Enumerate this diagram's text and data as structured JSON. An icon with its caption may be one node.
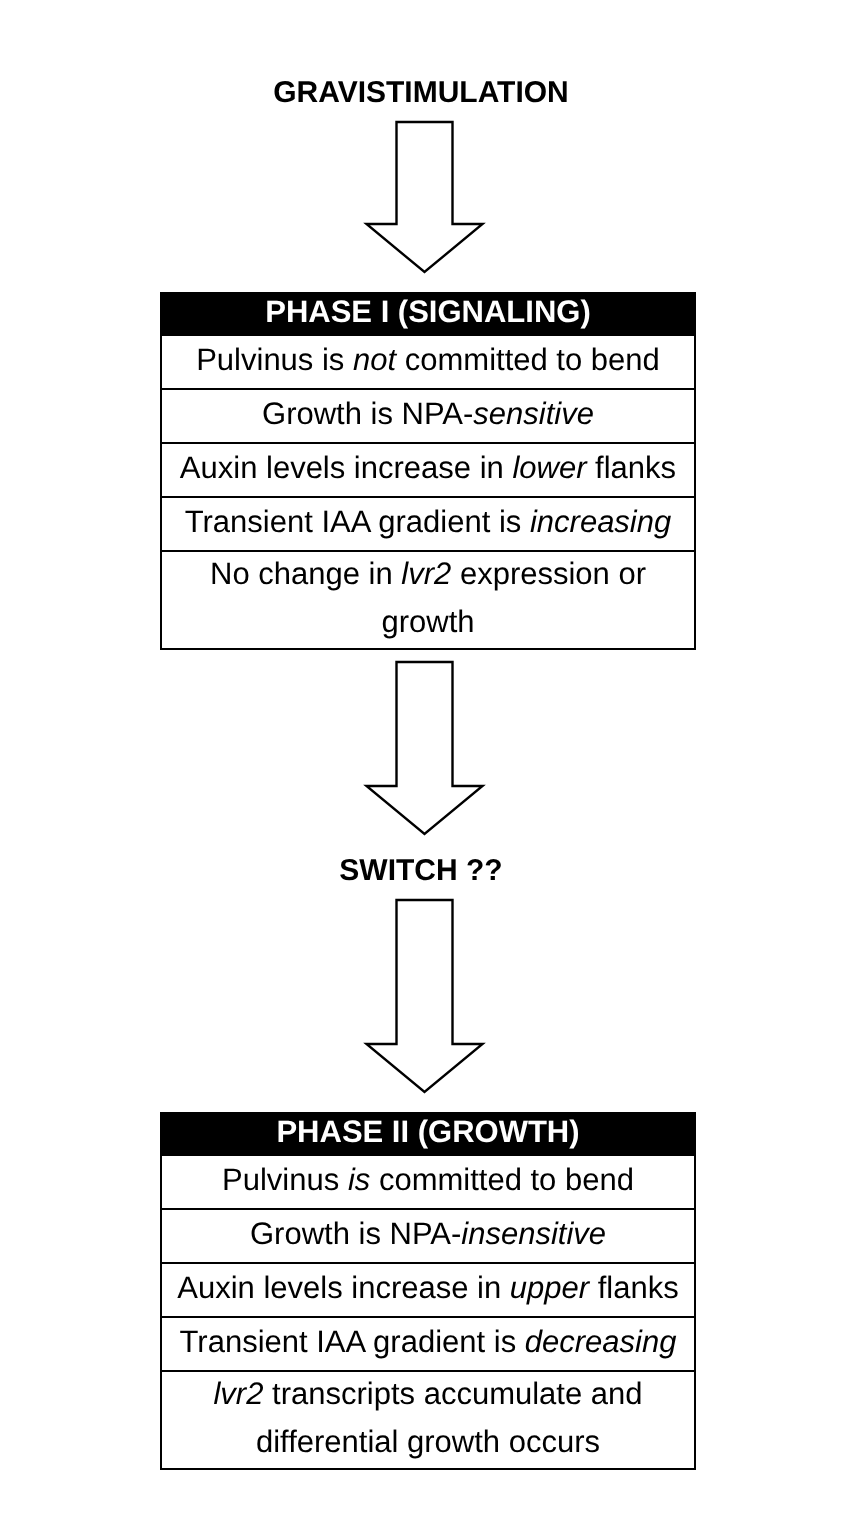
{
  "diagram": {
    "nodes": [
      {
        "text": [
          "GRAVISTIMULATION"
        ]
      },
      {
        "text": [
          "PHASE I (SIGNALING)",
          "Pulvinus is *not* committed to bend",
          "Growth is NPA-*sensitive*",
          "Auxin levels increase in *lower* flanks",
          "Transient IAA gradient is *increasing*",
          "No change in *lvr2* expression or growth"
        ]
      },
      {
        "text": [
          "SWITCH ??"
        ]
      },
      {
        "text": [
          "PHASE II (GROWTH)",
          "Pulvinus *is* committed to bend",
          "Growth is NPA-*insensitive*",
          "Auxin levels increase in *upper* flanks",
          "Transient IAA gradient is *decreasing*",
          "*lvr2* transcripts accumulate and differential growth occurs"
        ]
      }
    ],
    "edges": [
      {
        "from": 0,
        "to": 1,
        "arrow": "to"
      },
      {
        "from": 1,
        "to": 2,
        "arrow": "to"
      },
      {
        "from": 2,
        "to": 3,
        "arrow": "to"
      }
    ]
  }
}
